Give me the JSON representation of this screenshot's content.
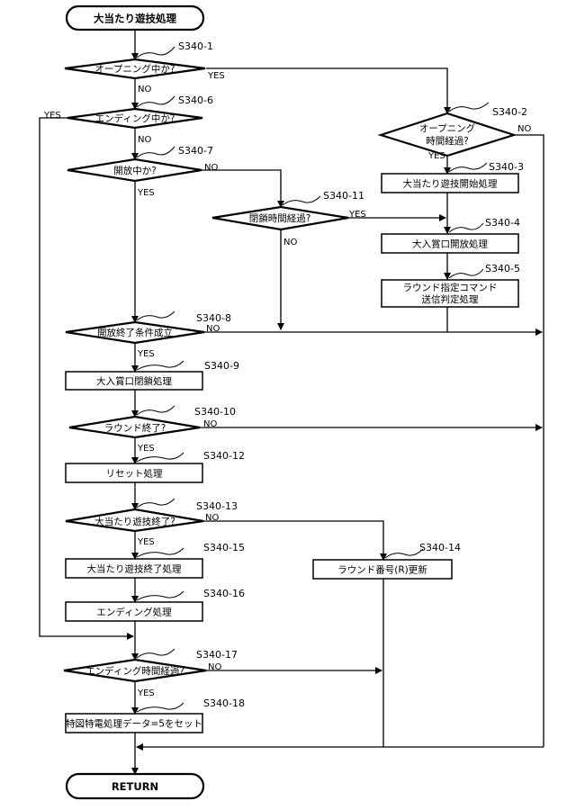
{
  "terminals": {
    "start": "大当たり遊技処理",
    "end": "RETURN"
  },
  "decisions": {
    "d1": "オープニング中か?",
    "d6": "エンディング中か?",
    "d7": "開放中か?",
    "d11": "閉鎖時間経過?",
    "d2_line1": "オープニング",
    "d2_line2": "時間経過?",
    "d8": "開放終了条件成立",
    "d10": "ラウンド終了?",
    "d13": "大当たり遊技終了?",
    "d17": "エンディング時間経過?"
  },
  "processes": {
    "p3": "大当たり遊技開始処理",
    "p4": "大入賞口開放処理",
    "p5_line1": "ラウンド指定コマンド",
    "p5_line2": "送信判定処理",
    "p9": "大入賞口閉鎖処理",
    "p12": "リセット処理",
    "p15": "大当たり遊技終了処理",
    "p14": "ラウンド番号(R)更新",
    "p16": "エンディング処理",
    "p18": "特図特電処理データ=5をセット"
  },
  "steps": {
    "s1": "S340-1",
    "s2": "S340-2",
    "s3": "S340-3",
    "s4": "S340-4",
    "s5": "S340-5",
    "s6": "S340-6",
    "s7": "S340-7",
    "s8": "S340-8",
    "s9": "S340-9",
    "s10": "S340-10",
    "s11": "S340-11",
    "s12": "S340-12",
    "s13": "S340-13",
    "s14": "S340-14",
    "s15": "S340-15",
    "s16": "S340-16",
    "s17": "S340-17",
    "s18": "S340-18"
  },
  "branch_labels": {
    "yes": "YES",
    "no": "NO"
  }
}
